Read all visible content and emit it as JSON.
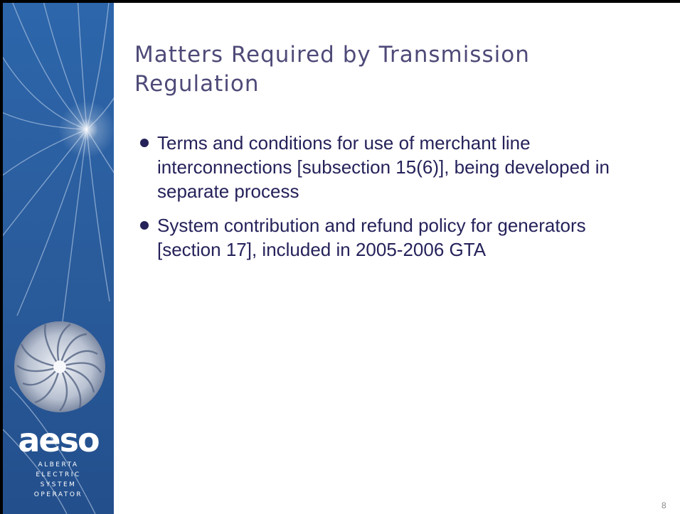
{
  "slide": {
    "title": "Matters Required by Transmission Regulation",
    "bullets": [
      "Terms and conditions for use of merchant line interconnections [subsection 15(6)], being developed in separate process",
      "System contribution and refund policy for generators [section 17], included in 2005-2006 GTA"
    ],
    "page_number": "8"
  },
  "logo": {
    "wordmark": "aeso",
    "tagline": [
      "ALBERTA",
      "ELECTRIC",
      "SYSTEM",
      "OPERATOR"
    ],
    "icon": "swirl-logo-icon"
  },
  "colors": {
    "sidebar_blue": "#2a5fa0",
    "title_color": "#4e4a78",
    "body_text": "#25225a",
    "frame": "#000000"
  }
}
